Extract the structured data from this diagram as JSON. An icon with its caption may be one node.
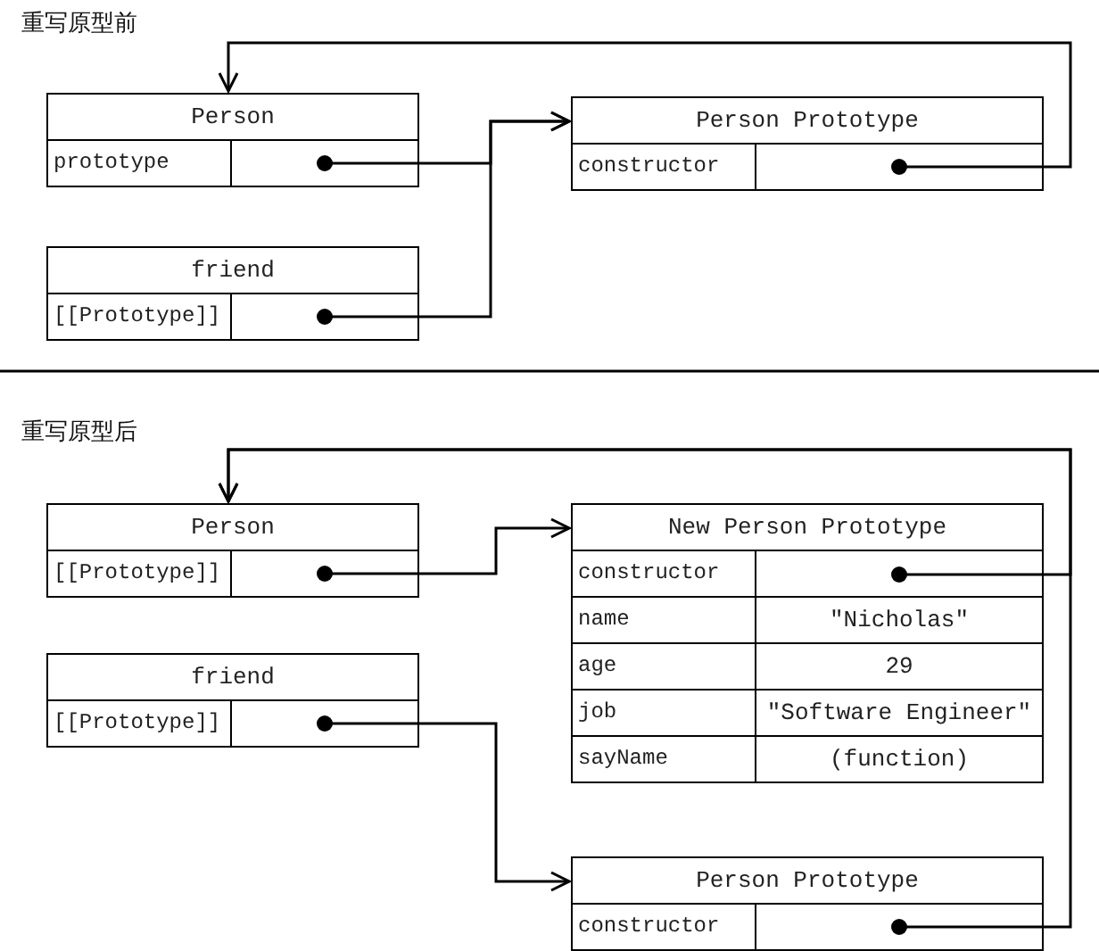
{
  "diagram": {
    "nodes": [
      {
        "text": [
          "Person"
        ]
      },
      {
        "text": [
          "prototype"
        ],
        "in": 0
      },
      {
        "text": [
          "Person Prototype"
        ]
      },
      {
        "text": [
          "constructor"
        ],
        "in": 2
      },
      {
        "text": [
          "friend"
        ]
      },
      {
        "text": [
          "[[Prototype]]"
        ],
        "in": 4
      },
      {
        "text": [
          "Person"
        ]
      },
      {
        "text": [
          "[[Prototype]]"
        ],
        "in": 6
      },
      {
        "text": [
          "New Person Prototype"
        ]
      },
      {
        "text": [
          "constructor"
        ],
        "in": 8
      },
      {
        "text": [
          "name",
          "\"Nicholas\""
        ],
        "in": 8
      },
      {
        "text": [
          "age",
          "29"
        ],
        "in": 8
      },
      {
        "text": [
          "job",
          "\"Software Engineer\""
        ],
        "in": 8
      },
      {
        "text": [
          "sayName",
          "(function)"
        ],
        "in": 8
      },
      {
        "text": [
          "friend"
        ]
      },
      {
        "text": [
          "[[Prototype]]"
        ],
        "in": 14
      },
      {
        "text": [
          "Person Prototype"
        ]
      },
      {
        "text": [
          "constructor"
        ],
        "in": 16
      }
    ],
    "edges": [
      {
        "from": 1,
        "to": 2,
        "arrow": "to"
      },
      {
        "from": 5,
        "to": 2,
        "arrow": "to"
      },
      {
        "from": 3,
        "to": 0,
        "arrow": "to"
      },
      {
        "from": 7,
        "to": 8,
        "arrow": "to"
      },
      {
        "from": 15,
        "to": 16,
        "arrow": "to"
      },
      {
        "from": 9,
        "to": 6,
        "arrow": "to"
      },
      {
        "from": 17,
        "to": 6,
        "arrow": "to"
      }
    ],
    "labels": [
      "重写原型前",
      "重写原型后"
    ]
  }
}
